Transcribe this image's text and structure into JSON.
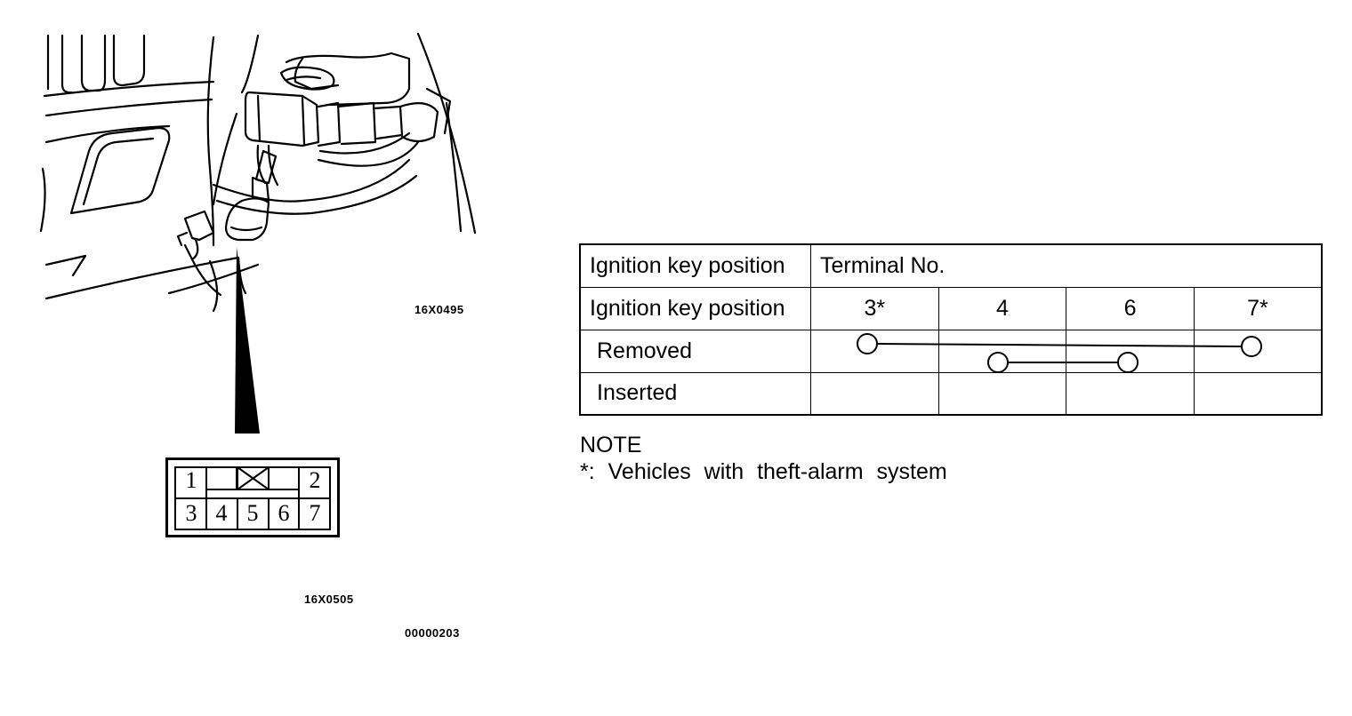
{
  "codes": {
    "figure_top": "16X0495",
    "figure_bottom": "16X0505",
    "page_ref": "00000203"
  },
  "connector": {
    "pins_top": [
      "1",
      "2"
    ],
    "pins_bottom": [
      "3",
      "4",
      "5",
      "6",
      "7"
    ]
  },
  "table": {
    "header_left": "Ignition key position",
    "header_right": "Terminal No.",
    "subheader_left": "Ignition key position",
    "terminals": [
      "3*",
      "4",
      "6",
      "7*"
    ],
    "rows": [
      "Removed",
      "Inserted"
    ]
  },
  "continuity": {
    "removed": [
      [
        "3*",
        "7*"
      ],
      [
        "4",
        "6"
      ]
    ],
    "inserted": []
  },
  "note": {
    "title": "NOTE",
    "text": "*: Vehicles with theft-alarm system"
  }
}
